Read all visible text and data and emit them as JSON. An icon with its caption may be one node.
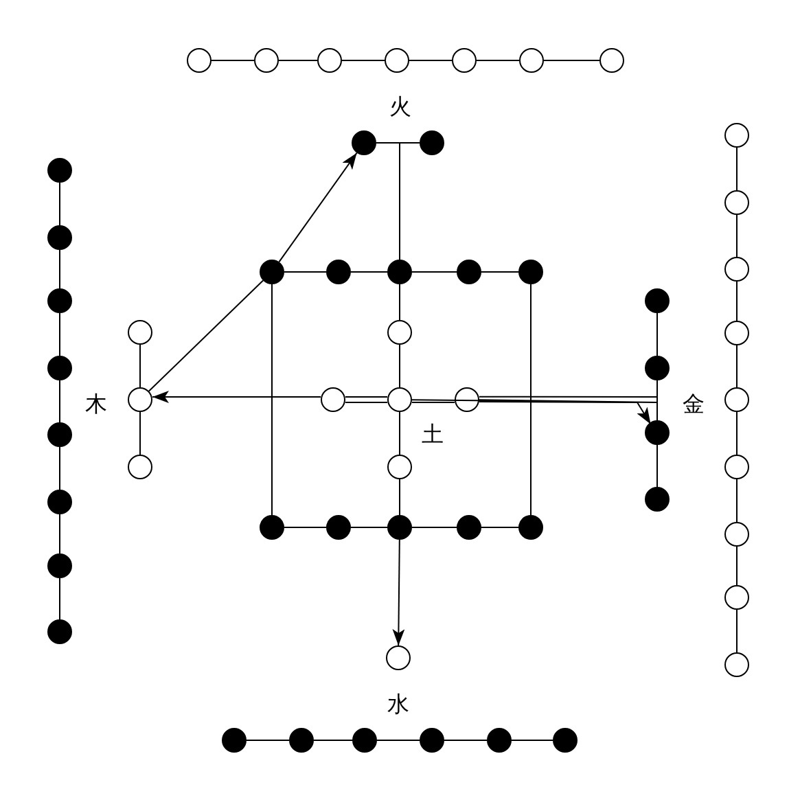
{
  "diagram": {
    "nodes": [
      {
        "text": [],
        "shape": "circle"
      },
      {
        "text": [],
        "shape": "circle"
      },
      {
        "text": [],
        "shape": "circle"
      },
      {
        "text": [],
        "shape": "circle"
      },
      {
        "text": [],
        "shape": "circle"
      },
      {
        "text": [],
        "shape": "circle"
      },
      {
        "text": [],
        "shape": "circle"
      },
      {
        "text": [],
        "shape": "dot"
      },
      {
        "text": [],
        "shape": "dot"
      },
      {
        "text": [],
        "shape": "dot"
      },
      {
        "text": [],
        "shape": "dot"
      },
      {
        "text": [],
        "shape": "dot"
      },
      {
        "text": [],
        "shape": "dot"
      },
      {
        "text": [],
        "shape": "dot"
      },
      {
        "text": [],
        "shape": "dot"
      },
      {
        "text": [],
        "shape": "dot"
      },
      {
        "text": [],
        "shape": "dot"
      },
      {
        "text": [],
        "shape": "circle"
      },
      {
        "text": [],
        "shape": "circle"
      },
      {
        "text": [],
        "shape": "circle"
      },
      {
        "text": [],
        "shape": "circle"
      },
      {
        "text": [],
        "shape": "circle"
      },
      {
        "text": [],
        "shape": "circle"
      },
      {
        "text": [],
        "shape": "circle"
      },
      {
        "text": [],
        "shape": "circle"
      },
      {
        "text": [],
        "shape": "circle"
      },
      {
        "text": [],
        "shape": "dot"
      },
      {
        "text": [],
        "shape": "dot"
      },
      {
        "text": [],
        "shape": "dot"
      },
      {
        "text": [],
        "shape": "dot"
      },
      {
        "text": [],
        "shape": "dot"
      },
      {
        "text": [],
        "shape": "circle"
      },
      {
        "text": [],
        "shape": "circle"
      },
      {
        "text": [],
        "shape": "circle"
      },
      {
        "text": [],
        "shape": "circle"
      },
      {
        "text": [],
        "shape": "circle"
      },
      {
        "text": [],
        "shape": "circle"
      },
      {
        "text": [],
        "shape": "circle"
      },
      {
        "text": [],
        "shape": "circle"
      },
      {
        "text": [],
        "shape": "dot"
      },
      {
        "text": [],
        "shape": "dot"
      },
      {
        "text": [],
        "shape": "dot"
      },
      {
        "text": [],
        "shape": "dot"
      },
      {
        "text": [],
        "shape": "dot"
      },
      {
        "text": [],
        "shape": "dot"
      },
      {
        "text": [],
        "shape": "dot"
      },
      {
        "text": [],
        "shape": "dot"
      },
      {
        "text": [],
        "shape": "dot"
      },
      {
        "text": [],
        "shape": "circle"
      },
      {
        "text": [],
        "shape": "dot"
      },
      {
        "text": [],
        "shape": "dot"
      },
      {
        "text": [],
        "shape": "dot"
      },
      {
        "text": [],
        "shape": "dot"
      },
      {
        "text": [],
        "shape": "dot"
      },
      {
        "text": [],
        "shape": "dot"
      }
    ],
    "edges": [
      {
        "from": 0,
        "to": 1,
        "arrow": "none"
      },
      {
        "from": 1,
        "to": 2,
        "arrow": "none"
      },
      {
        "from": 2,
        "to": 3,
        "arrow": "none"
      },
      {
        "from": 3,
        "to": 4,
        "arrow": "none"
      },
      {
        "from": 4,
        "to": 5,
        "arrow": "none"
      },
      {
        "from": 5,
        "to": 6,
        "arrow": "none"
      },
      {
        "from": 9,
        "to": 10,
        "arrow": "none"
      },
      {
        "from": 10,
        "to": 11,
        "arrow": "none"
      },
      {
        "from": 11,
        "to": 12,
        "arrow": "none"
      },
      {
        "from": 12,
        "to": 13,
        "arrow": "none"
      },
      {
        "from": 13,
        "to": 14,
        "arrow": "none"
      },
      {
        "from": 14,
        "to": 15,
        "arrow": "none"
      },
      {
        "from": 15,
        "to": 16,
        "arrow": "none"
      },
      {
        "from": 17,
        "to": 18,
        "arrow": "none"
      },
      {
        "from": 18,
        "to": 19,
        "arrow": "none"
      },
      {
        "from": 19,
        "to": 20,
        "arrow": "none"
      },
      {
        "from": 20,
        "to": 21,
        "arrow": "none"
      },
      {
        "from": 21,
        "to": 22,
        "arrow": "none"
      },
      {
        "from": 22,
        "to": 23,
        "arrow": "none"
      },
      {
        "from": 23,
        "to": 24,
        "arrow": "none"
      },
      {
        "from": 24,
        "to": 25,
        "arrow": "none"
      },
      {
        "from": 49,
        "to": 50,
        "arrow": "none"
      },
      {
        "from": 50,
        "to": 51,
        "arrow": "none"
      },
      {
        "from": 51,
        "to": 52,
        "arrow": "none"
      },
      {
        "from": 52,
        "to": 53,
        "arrow": "none"
      },
      {
        "from": 53,
        "to": 54,
        "arrow": "none"
      },
      {
        "from": 26,
        "to": 27,
        "arrow": "none"
      },
      {
        "from": 27,
        "to": 28,
        "arrow": "none"
      },
      {
        "from": 28,
        "to": 29,
        "arrow": "none"
      },
      {
        "from": 29,
        "to": 30,
        "arrow": "none"
      },
      {
        "from": 43,
        "to": 44,
        "arrow": "none"
      },
      {
        "from": 44,
        "to": 45,
        "arrow": "none"
      },
      {
        "from": 45,
        "to": 46,
        "arrow": "none"
      },
      {
        "from": 46,
        "to": 47,
        "arrow": "none"
      },
      {
        "from": 26,
        "to": 43,
        "arrow": "none"
      },
      {
        "from": 30,
        "to": 47,
        "arrow": "none"
      },
      {
        "from": 28,
        "to": 7,
        "arrow": "none"
      },
      {
        "from": 28,
        "to": 8,
        "arrow": "none"
      },
      {
        "from": 28,
        "to": 34,
        "arrow": "none"
      },
      {
        "from": 34,
        "to": 36,
        "arrow": "none"
      },
      {
        "from": 36,
        "to": 38,
        "arrow": "none"
      },
      {
        "from": 38,
        "to": 45,
        "arrow": "none"
      },
      {
        "from": 45,
        "to": 48,
        "arrow": "to"
      },
      {
        "from": 31,
        "to": 32,
        "arrow": "none"
      },
      {
        "from": 32,
        "to": 33,
        "arrow": "none"
      },
      {
        "from": 39,
        "to": 40,
        "arrow": "none"
      },
      {
        "from": 40,
        "to": 41,
        "arrow": "none"
      },
      {
        "from": 41,
        "to": 42,
        "arrow": "none"
      },
      {
        "from": 32,
        "to": 26,
        "arrow": "none"
      },
      {
        "from": 26,
        "to": 7,
        "arrow": "to"
      },
      {
        "from": null,
        "to": 37,
        "arrow": "none"
      },
      {
        "from": 37,
        "to": 36,
        "arrow": "none"
      },
      {
        "from": 36,
        "to": 35,
        "arrow": "none"
      },
      {
        "from": 35,
        "to": 32,
        "arrow": "to"
      },
      {
        "from": 35,
        "to": 36,
        "arrow": "none"
      },
      {
        "from": 36,
        "to": 37,
        "arrow": "none"
      },
      {
        "from": 37,
        "to": 41,
        "arrow": "to"
      }
    ],
    "labels": [
      "火",
      "木",
      "金",
      "土",
      "水"
    ]
  }
}
